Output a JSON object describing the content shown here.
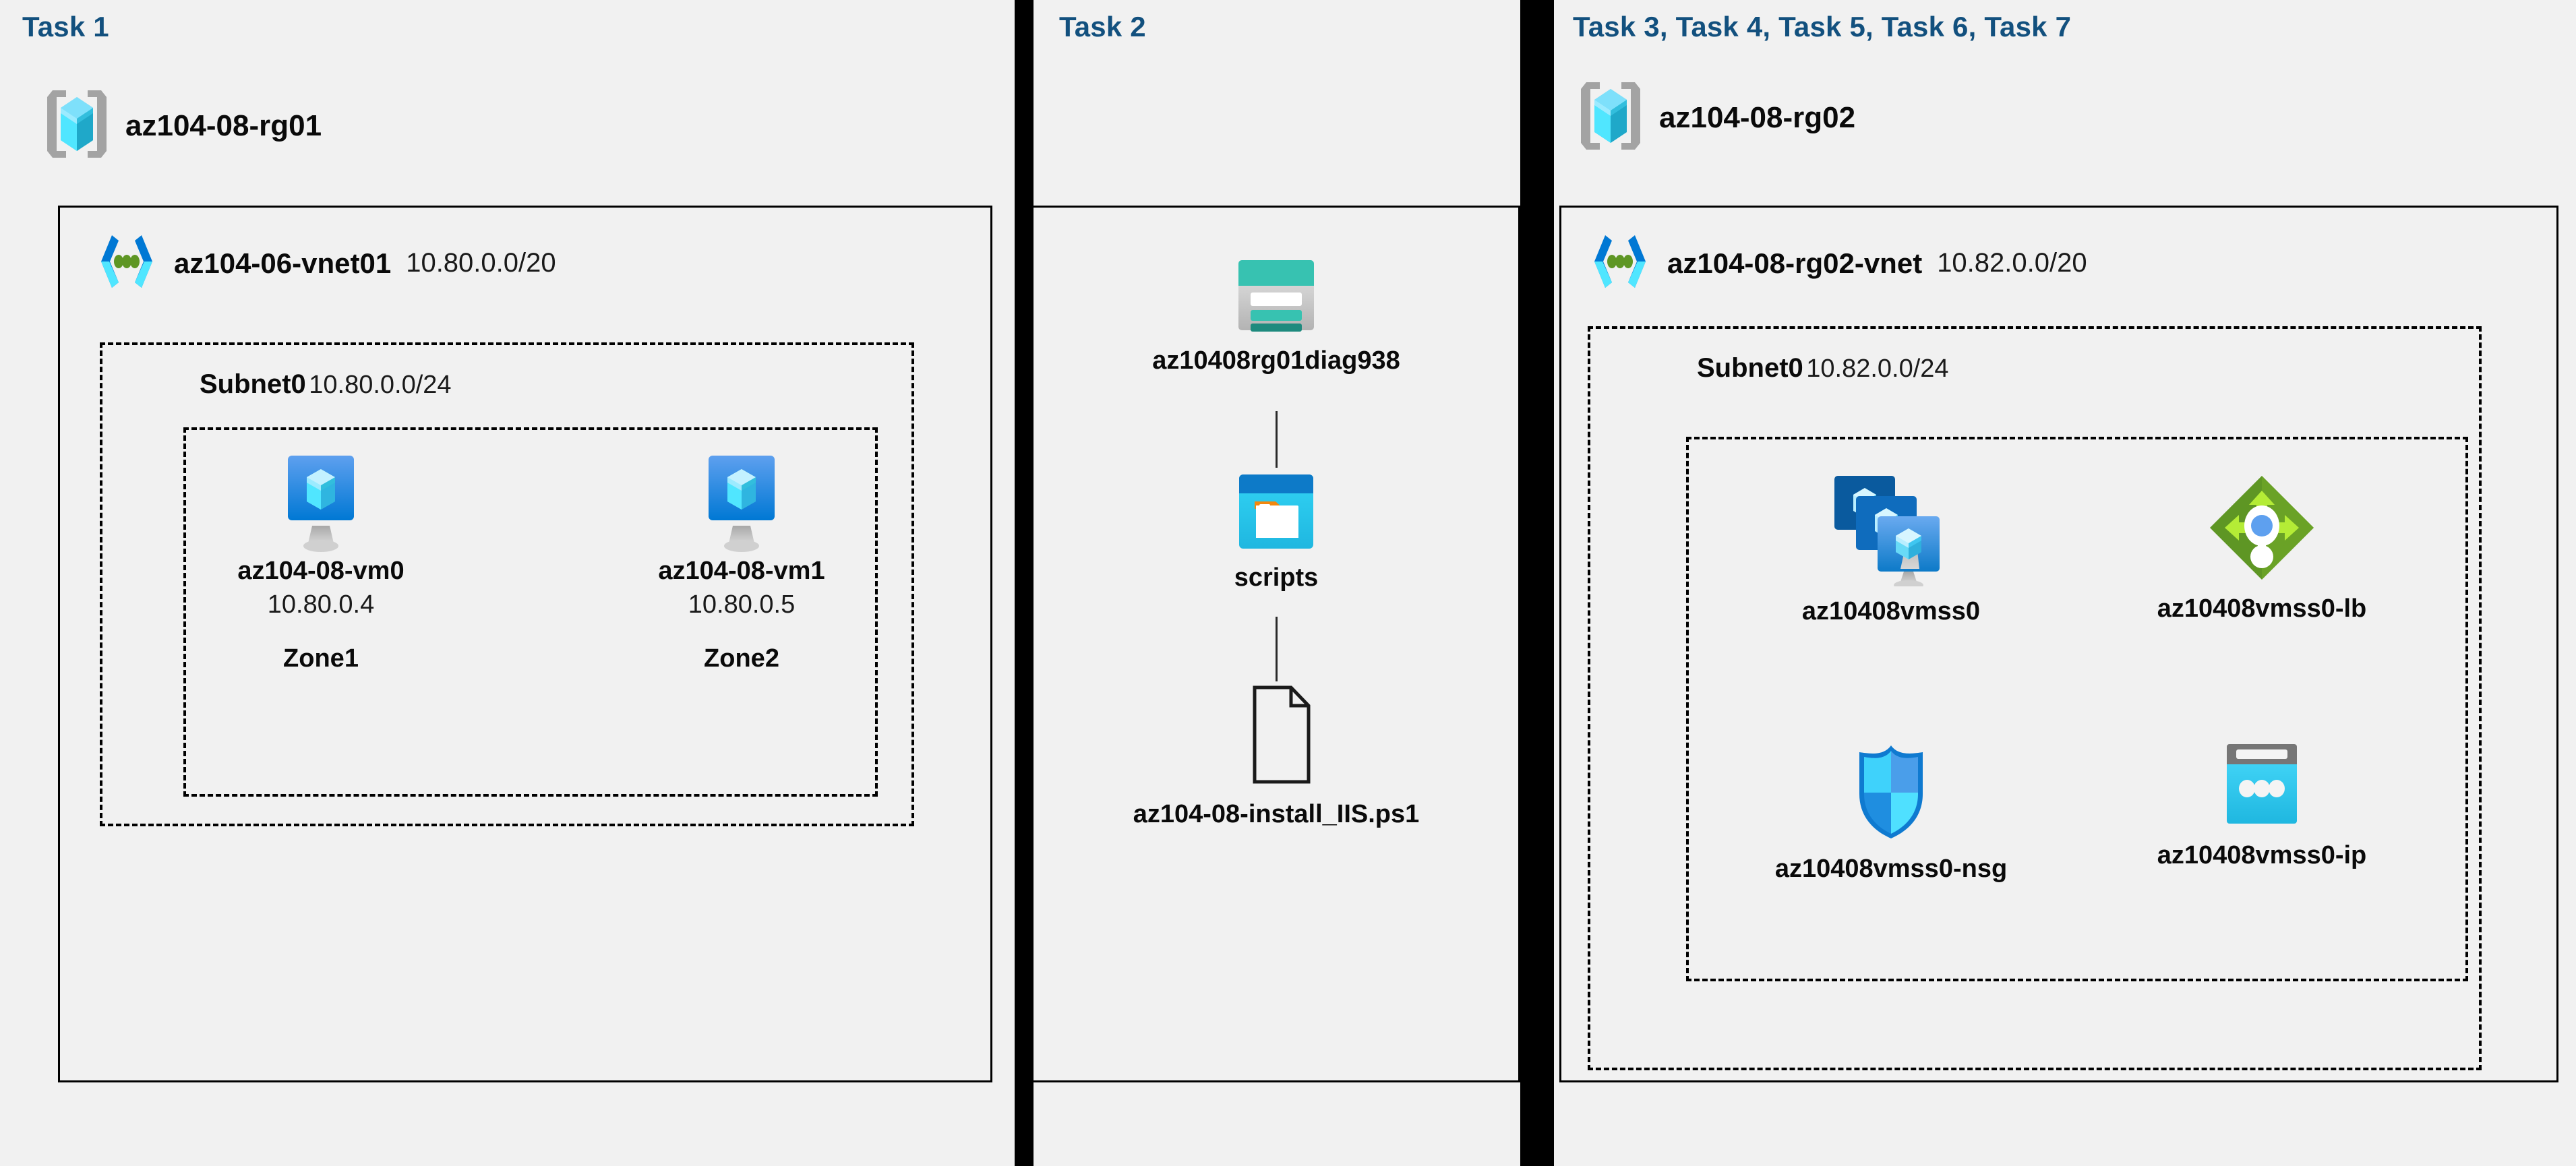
{
  "panels": [
    {
      "id": "task1",
      "title": "Task 1",
      "resource_group": {
        "name": "az104-08-rg01",
        "icon": "resource-group-icon"
      },
      "vnet": {
        "name": "az104-06-vnet01",
        "cidr": "10.80.0.0/20",
        "icon": "virtual-network-icon",
        "subnet": {
          "label": "Subnet0",
          "cidr": "10.80.0.0/24",
          "resources": [
            {
              "name": "az104-08-vm0",
              "ip": "10.80.0.4",
              "zone": "Zone1",
              "icon": "virtual-machine-icon"
            },
            {
              "name": "az104-08-vm1",
              "ip": "10.80.0.5",
              "zone": "Zone2",
              "icon": "virtual-machine-icon"
            }
          ]
        }
      }
    },
    {
      "id": "task2",
      "title": "Task 2",
      "resources": [
        {
          "name": "az10408rg01diag938",
          "icon": "storage-account-icon"
        },
        {
          "name": "scripts",
          "icon": "blob-container-icon"
        },
        {
          "name": "az104-08-install_IIS.ps1",
          "icon": "file-document-icon"
        }
      ]
    },
    {
      "id": "task3-7",
      "title": "Task 3, Task 4, Task 5, Task 6, Task 7",
      "resource_group": {
        "name": "az104-08-rg02",
        "icon": "resource-group-icon"
      },
      "vnet": {
        "name": "az104-08-rg02-vnet",
        "cidr": "10.82.0.0/20",
        "icon": "virtual-network-icon",
        "subnet": {
          "label": "Subnet0",
          "cidr": "10.82.0.0/24",
          "resources": [
            {
              "name": "az10408vmss0",
              "icon": "vm-scale-set-icon"
            },
            {
              "name": "az10408vmss0-lb",
              "icon": "load-balancer-icon"
            },
            {
              "name": "az10408vmss0-nsg",
              "icon": "network-security-group-icon"
            },
            {
              "name": "az10408vmss0-ip",
              "icon": "public-ip-address-icon"
            }
          ]
        }
      }
    }
  ],
  "colors": {
    "task_heading": "#12507e",
    "background": "#f1f1f1",
    "border": "#000000",
    "azure_blue": "#0078d4",
    "azure_cyan": "#32bedd",
    "storage_teal": "#37c2b1",
    "lb_green": "#76bc2d",
    "grey": "#767676"
  }
}
